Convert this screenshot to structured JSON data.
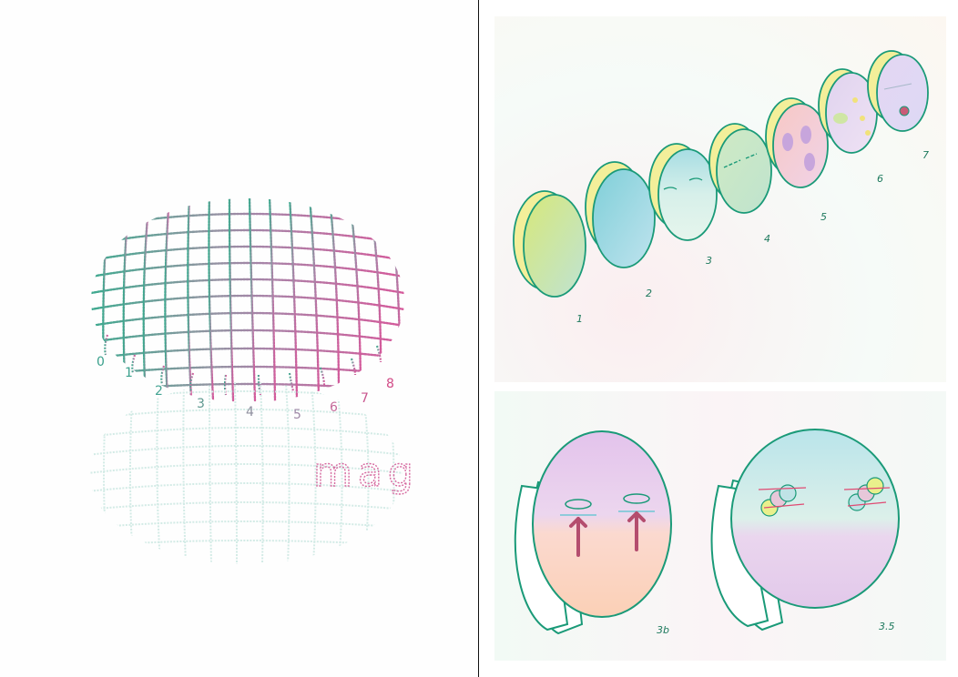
{
  "left_page": {
    "axis_labels": [
      "0",
      "1",
      "2",
      "3",
      "4",
      "5",
      "6",
      "7",
      "8"
    ],
    "axis_colors": [
      "#3aa08c",
      "#3aa08c",
      "#44a493",
      "#5f9890",
      "#8f8f9e",
      "#a08aa8",
      "#c46a9a",
      "#c9578f",
      "#d14a86"
    ],
    "reflection_word": "mag",
    "reflection_letter_colors": [
      "#d66aa0",
      "#c9a7d9",
      "#e04a72"
    ],
    "grid_colors": [
      "#3ea98f",
      "#7a9aa0",
      "#9b84a8",
      "#c767a3",
      "#d5589a"
    ]
  },
  "right_page": {
    "palette": {
      "outline": "#1a9a78",
      "rim": "#f3ef9a",
      "label": "#1f7a5e"
    },
    "top_sequence": {
      "labels": [
        "1",
        "2",
        "3",
        "4",
        "5",
        "6",
        "7"
      ]
    },
    "bottom_figures": {
      "labels": [
        "3b",
        "3.5"
      ]
    }
  }
}
